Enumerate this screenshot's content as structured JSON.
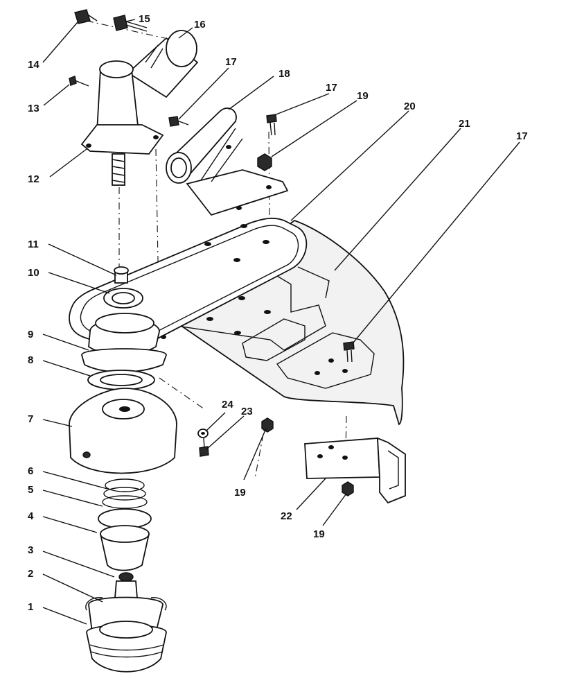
{
  "diagram": {
    "type": "exploded-parts-view",
    "colors": {
      "ink": "#111111",
      "paper": "#ffffff"
    },
    "callouts": [
      "1",
      "2",
      "3",
      "4",
      "5",
      "6",
      "7",
      "8",
      "9",
      "10",
      "11",
      "12",
      "13",
      "14",
      "15",
      "16",
      "17",
      "17",
      "17",
      "18",
      "19",
      "19",
      "19",
      "20",
      "21",
      "22",
      "23",
      "24"
    ]
  }
}
